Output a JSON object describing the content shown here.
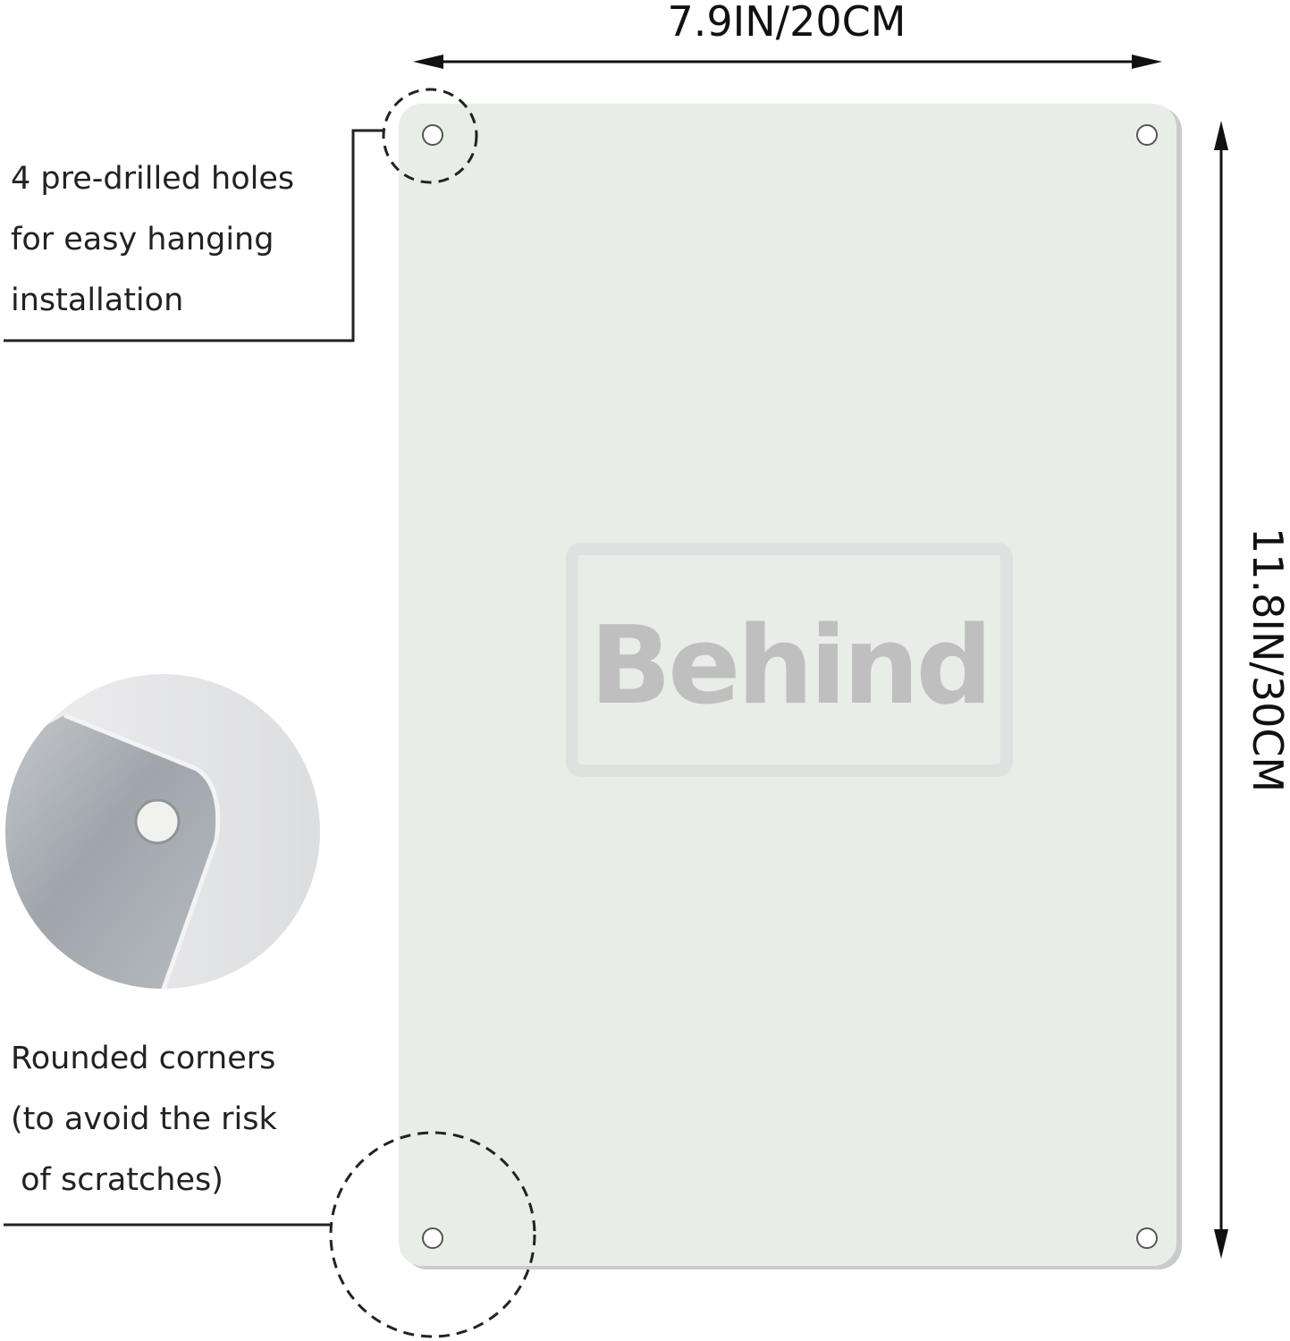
{
  "dimensions": {
    "width_label": "7.9IN/20CM",
    "height_label": "11.8IN/30CM"
  },
  "plate": {
    "title": "Behind",
    "color": "#e9ede8",
    "frame_color": "#dfe0e0",
    "title_color": "#bfbfbf",
    "holes": 4
  },
  "callouts": {
    "holes": {
      "lines": [
        "4 pre-drilled holes",
        "for easy hanging",
        "installation"
      ]
    },
    "corners": {
      "lines": [
        "Rounded corners",
        "(to avoid the risk",
        " of scratches)"
      ]
    }
  },
  "detail_image": {
    "subject": "close-up of rounded aluminum corner with hole",
    "metal_color": "#a7adb2",
    "background_color": "#e6e7e8"
  },
  "icons": [
    "dimension-arrow-icon",
    "dashed-circle-icon",
    "mounting-hole-icon"
  ]
}
